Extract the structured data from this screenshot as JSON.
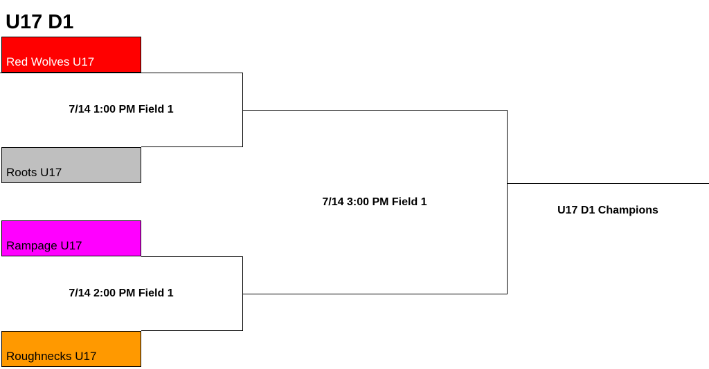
{
  "bracket": {
    "title": "U17 D1",
    "teams": [
      {
        "name": "Red Wolves U17",
        "color": "#ff0000"
      },
      {
        "name": "Roots U17",
        "color": "#bfbfbf"
      },
      {
        "name": "Rampage U17",
        "color": "#ff00ff"
      },
      {
        "name": "Roughnecks U17",
        "color": "#ff9900"
      }
    ],
    "games": [
      {
        "label": "7/14 1:00 PM Field 1"
      },
      {
        "label": "7/14 2:00 PM Field 1"
      },
      {
        "label": "7/14 3:00 PM Field 1"
      }
    ],
    "champion_label": "U17 D1 Champions"
  }
}
